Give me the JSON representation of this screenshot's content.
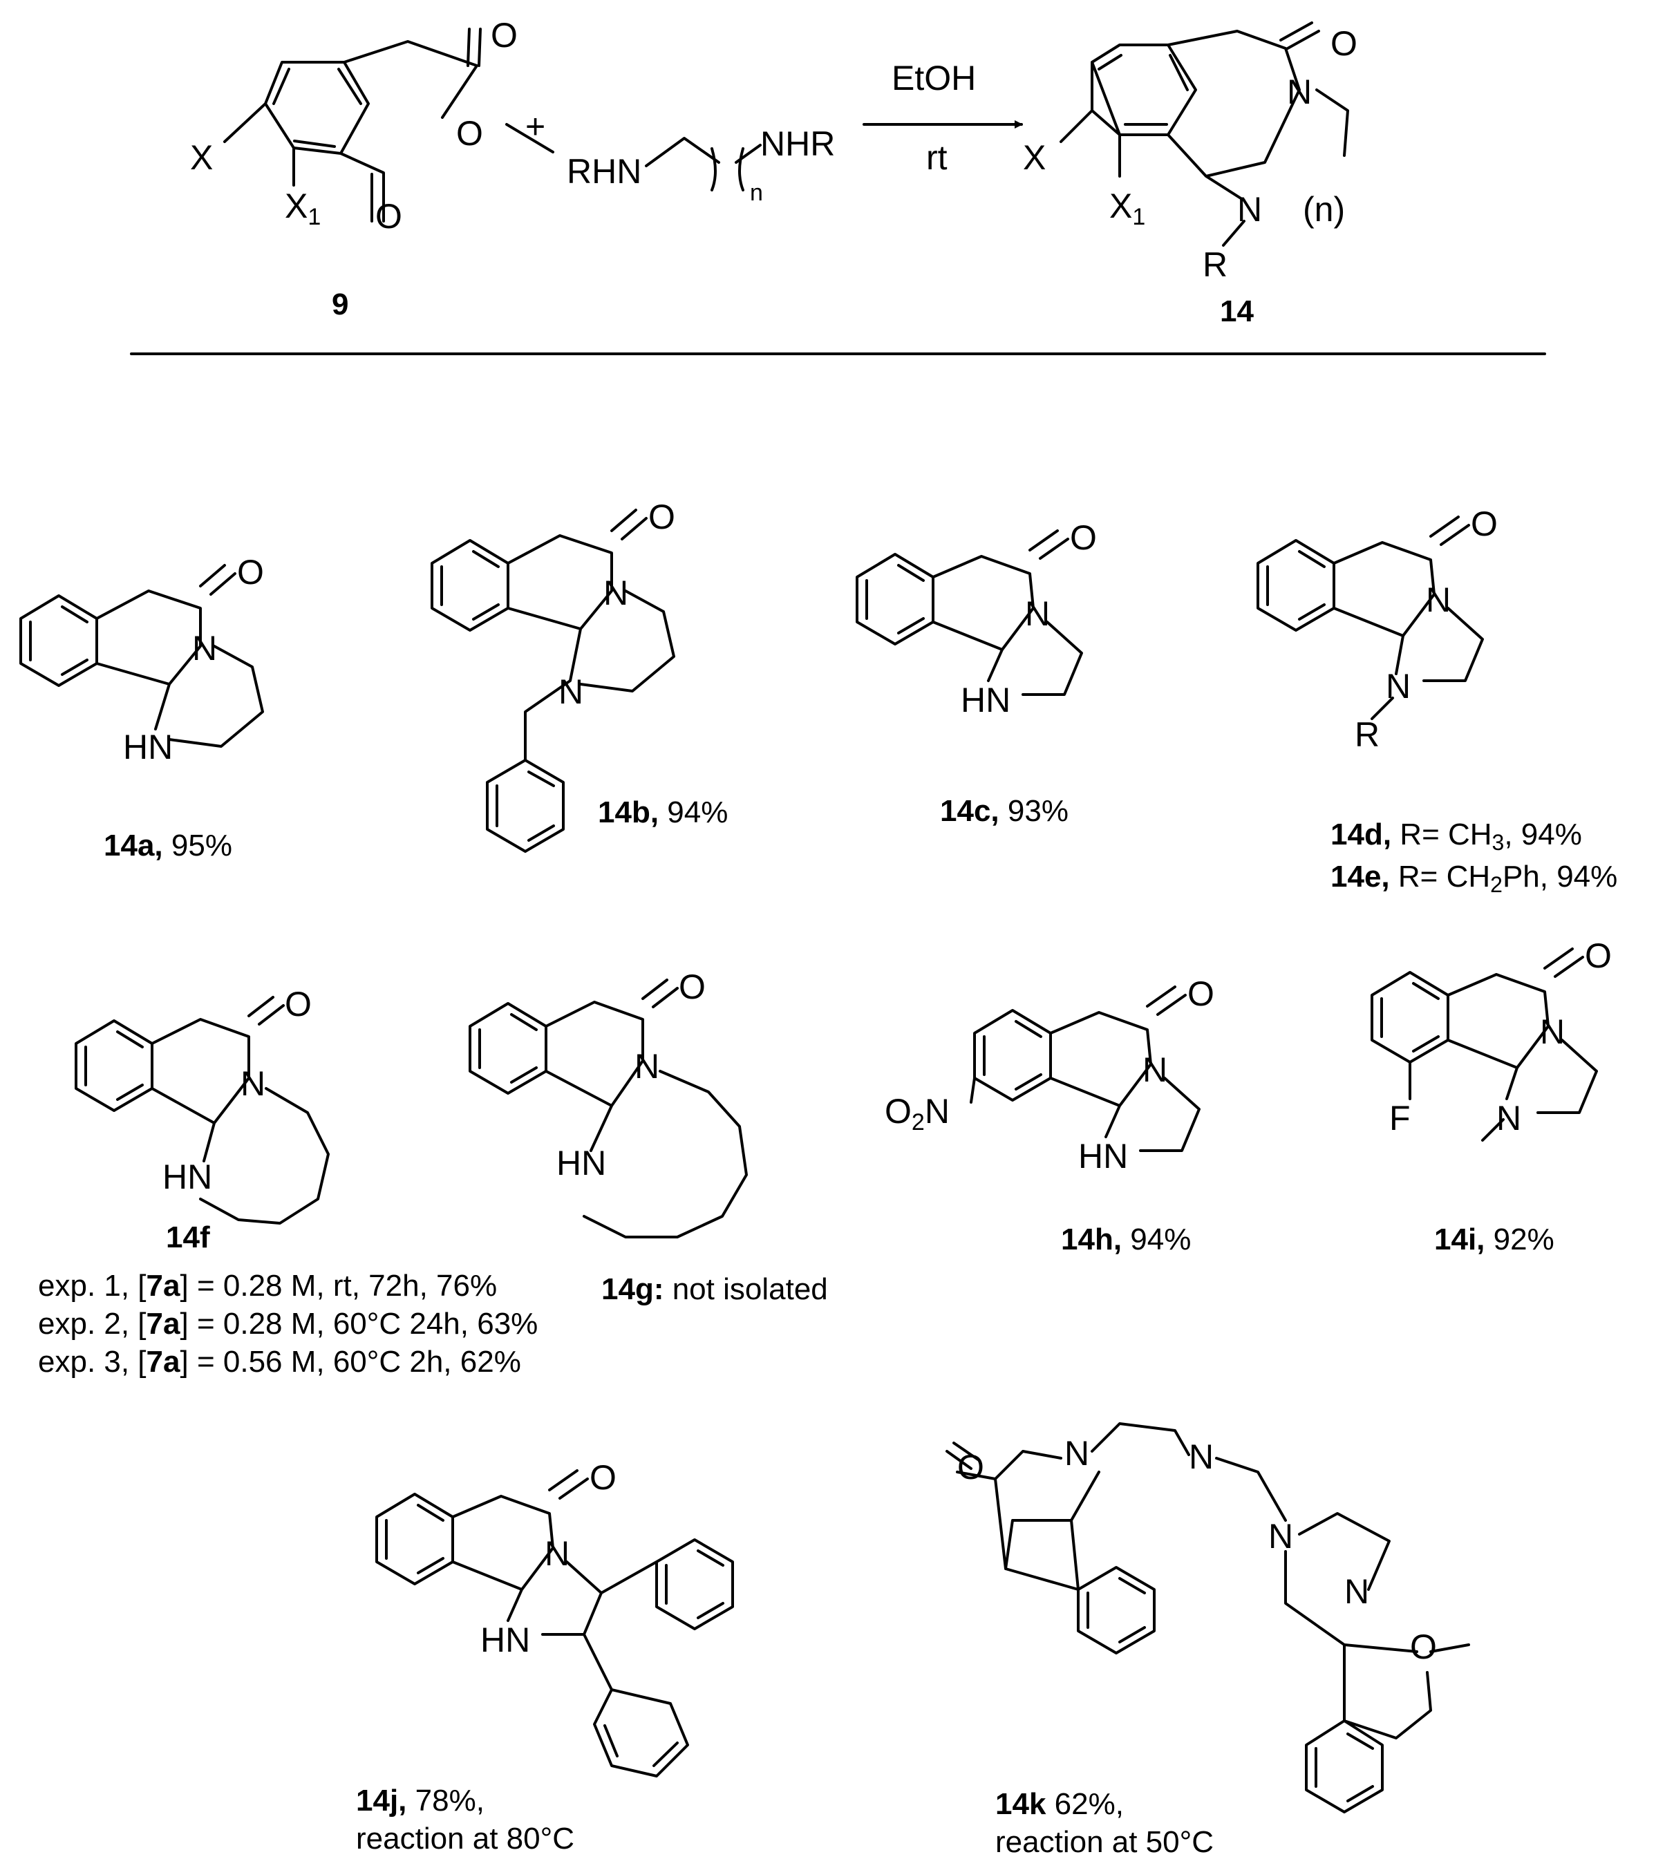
{
  "reaction": {
    "reactant": {
      "id": "9",
      "substituents": [
        "X",
        "X",
        "1"
      ]
    },
    "plus": "+",
    "diamine": {
      "left": "RHN",
      "sub": "n",
      "right": "NHR"
    },
    "conditions": {
      "above": "EtOH",
      "below": "rt"
    },
    "product": {
      "id": "14",
      "x": "X",
      "x1": "X",
      "x1_sub": "1",
      "r": "R",
      "n": "n"
    }
  },
  "atoms": {
    "O": "O",
    "N": "N",
    "HN": "HN",
    "R": "R",
    "F": "F",
    "O2N_O": "O",
    "O2N_sub": "2",
    "O2N_N": "N"
  },
  "compounds": {
    "a": {
      "label": "14a",
      "sep": ",",
      "text": " 95%"
    },
    "b": {
      "label": "14b",
      "sep": ",",
      "text": " 94%"
    },
    "c": {
      "label": "14c",
      "sep": ",",
      "text": " 93%"
    },
    "d": {
      "label": "14d",
      "sep": ",",
      "text1": " R= CH",
      "sub": "3",
      "text2": ", 94%"
    },
    "e": {
      "label": "14e",
      "sep": ",",
      "text1": " R= CH",
      "sub": "2",
      "text2": "Ph, 94%"
    },
    "f": {
      "label": "14f",
      "conditions": [
        {
          "pre": "exp. 1, [",
          "ref": "7a",
          "post": "] = 0.28 M, rt, 72h, 76%"
        },
        {
          "pre": "exp. 2, [",
          "ref": "7a",
          "post": "] = 0.28 M, 60°C 24h, 63%"
        },
        {
          "pre": "exp. 3, [",
          "ref": "7a",
          "post": "] = 0.56 M, 60°C 2h, 62%"
        }
      ]
    },
    "g": {
      "label": "14g:",
      "text": " not isolated"
    },
    "h": {
      "label": "14h",
      "sep": ",",
      "text": " 94%"
    },
    "i": {
      "label": "14i",
      "sep": ",",
      "text": " 92%"
    },
    "j": {
      "label": "14j",
      "sep": ",",
      "text": " 78%,",
      "note": "reaction at 80°C"
    },
    "k": {
      "label": "14k",
      "text": " 62%,",
      "note": "reaction at 50°C"
    }
  },
  "colors": {
    "ink": "#000000",
    "background": "#ffffff"
  }
}
